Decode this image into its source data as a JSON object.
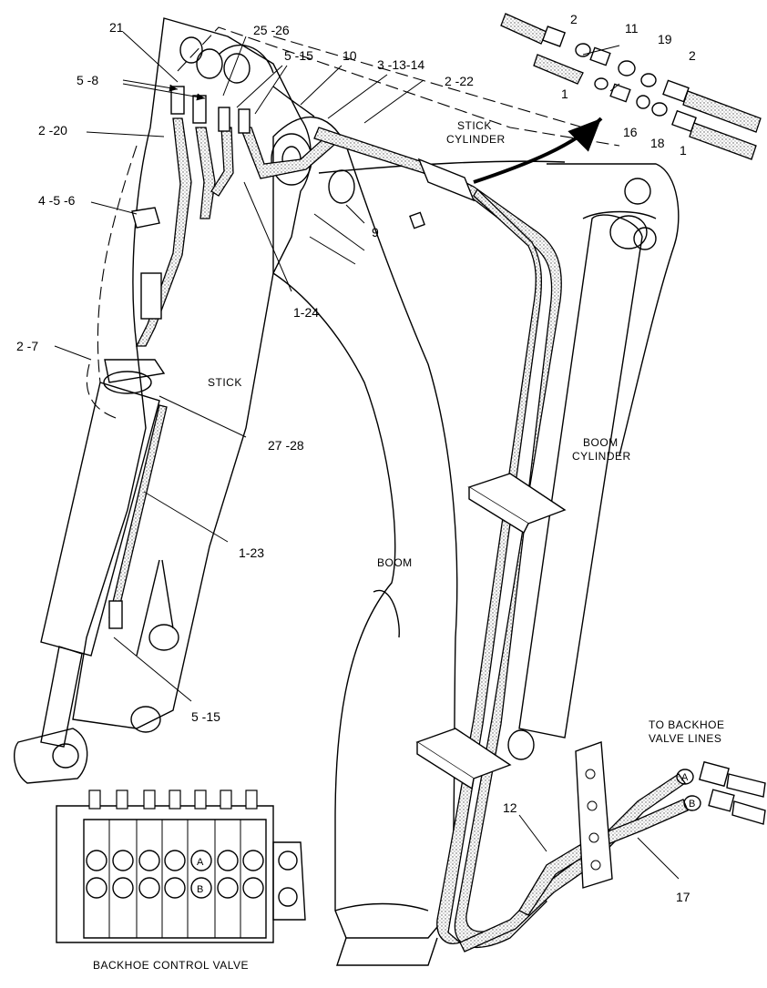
{
  "callouts": {
    "c21": "21",
    "c25_26": "25 -26",
    "c5_15_top": "5 -15",
    "c10": "10",
    "c3_13_14": "3 -13-14",
    "c2_22": "2 -22",
    "c5_8": "5 -8",
    "c2_20": "2 -20",
    "c4_5_6": "4 -5 -6",
    "c9": "9",
    "c1_24": "1-24",
    "c2_7": "2 -7",
    "c27_28": "27 -28",
    "c1_23": "1-23",
    "c5_15_bottom": "5 -15",
    "c12": "12",
    "c17": "17",
    "inset_2a": "2",
    "inset_11": "11",
    "inset_19": "19",
    "inset_2b": "2",
    "inset_1a": "1",
    "inset_16": "16",
    "inset_18": "18",
    "inset_1b": "1"
  },
  "labels": {
    "stick_cylinder_1": "STICK",
    "stick_cylinder_2": "CYLINDER",
    "stick": "STICK",
    "boom": "BOOM",
    "boom_cylinder_1": "BOOM",
    "boom_cylinder_2": "CYLINDER",
    "to_backhoe_1": "TO BACKHOE",
    "to_backhoe_2": "VALVE LINES",
    "backhoe_control_valve": "BACKHOE CONTROL VALVE",
    "port_a": "A",
    "port_b": "B",
    "valve_port_a": "A",
    "valve_port_b": "B"
  }
}
